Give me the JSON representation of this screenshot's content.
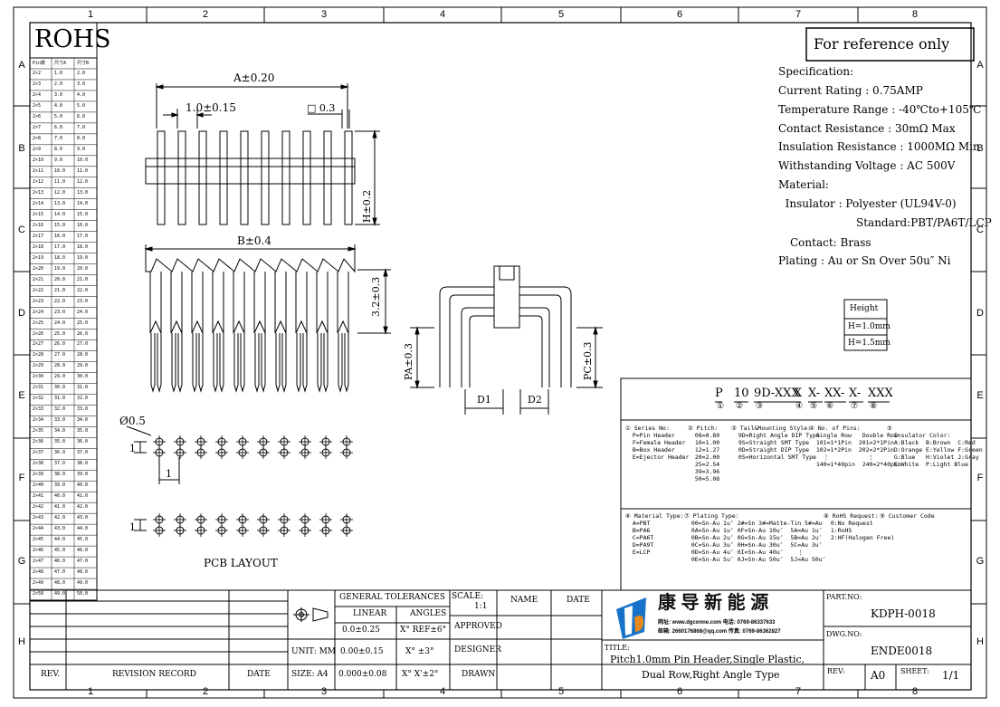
{
  "rohs_label": "ROHS",
  "zones": {
    "top": [
      "1",
      "2",
      "3",
      "4",
      "5",
      "6",
      "7",
      "8"
    ],
    "side": [
      "A",
      "B",
      "C",
      "D",
      "E",
      "F",
      "G",
      "H"
    ]
  },
  "pin_table": {
    "headers": [
      "Pin数",
      "尺寸A",
      "尺寸B"
    ],
    "rows": [
      [
        "2×2",
        "1.0",
        "2.0"
      ],
      [
        "2×3",
        "2.0",
        "3.0"
      ],
      [
        "2×4",
        "3.0",
        "4.0"
      ],
      [
        "2×5",
        "4.0",
        "5.0"
      ],
      [
        "2×6",
        "5.0",
        "6.0"
      ],
      [
        "2×7",
        "6.0",
        "7.0"
      ],
      [
        "2×8",
        "7.0",
        "8.0"
      ],
      [
        "2×9",
        "8.0",
        "9.0"
      ],
      [
        "2×10",
        "9.0",
        "10.0"
      ],
      [
        "2×11",
        "10.0",
        "11.0"
      ],
      [
        "2×12",
        "11.0",
        "12.0"
      ],
      [
        "2×13",
        "12.0",
        "13.0"
      ],
      [
        "2×14",
        "13.0",
        "14.0"
      ],
      [
        "2×15",
        "14.0",
        "15.0"
      ],
      [
        "2×16",
        "15.0",
        "16.0"
      ],
      [
        "2×17",
        "16.0",
        "17.0"
      ],
      [
        "2×18",
        "17.0",
        "18.0"
      ],
      [
        "2×19",
        "18.0",
        "19.0"
      ],
      [
        "2×20",
        "19.0",
        "20.0"
      ],
      [
        "2×21",
        "20.0",
        "21.0"
      ],
      [
        "2×22",
        "21.0",
        "22.0"
      ],
      [
        "2×23",
        "22.0",
        "23.0"
      ],
      [
        "2×24",
        "23.0",
        "24.0"
      ],
      [
        "2×25",
        "24.0",
        "25.0"
      ],
      [
        "2×26",
        "25.0",
        "26.0"
      ],
      [
        "2×27",
        "26.0",
        "27.0"
      ],
      [
        "2×28",
        "27.0",
        "28.0"
      ],
      [
        "2×29",
        "28.0",
        "29.0"
      ],
      [
        "2×30",
        "29.0",
        "30.0"
      ],
      [
        "2×31",
        "30.0",
        "31.0"
      ],
      [
        "2×32",
        "31.0",
        "32.0"
      ],
      [
        "2×33",
        "32.0",
        "33.0"
      ],
      [
        "2×34",
        "33.0",
        "34.0"
      ],
      [
        "2×35",
        "34.0",
        "35.0"
      ],
      [
        "2×36",
        "35.0",
        "36.0"
      ],
      [
        "2×37",
        "36.0",
        "37.0"
      ],
      [
        "2×38",
        "37.0",
        "38.0"
      ],
      [
        "2×39",
        "38.0",
        "39.0"
      ],
      [
        "2×40",
        "39.0",
        "40.0"
      ],
      [
        "2×41",
        "40.0",
        "41.0"
      ],
      [
        "2×42",
        "41.0",
        "42.0"
      ],
      [
        "2×43",
        "42.0",
        "43.0"
      ],
      [
        "2×44",
        "43.0",
        "44.0"
      ],
      [
        "2×45",
        "44.0",
        "45.0"
      ],
      [
        "2×46",
        "45.0",
        "46.0"
      ],
      [
        "2×47",
        "46.0",
        "47.0"
      ],
      [
        "2×48",
        "47.0",
        "48.0"
      ],
      [
        "2×49",
        "48.0",
        "49.0"
      ],
      [
        "2×50",
        "49.0",
        "50.0"
      ]
    ]
  },
  "dims": {
    "a": "A±0.20",
    "pitch": "1.0±0.15",
    "sq": "□ 0.3",
    "h": "H±0.2",
    "b": "B±0.4",
    "d32": "3.2±0.3",
    "pa": "PA±0.3",
    "pc": "PC±0.3",
    "d1": "D1",
    "d2": "D2",
    "phi": "Ø0.5",
    "one_v": "1",
    "one_h": "1",
    "one_g": "1",
    "pcb": "PCB LAYOUT"
  },
  "reference": "For reference only",
  "spec": [
    "Specification:",
    "Current Rating : 0.75AMP",
    "Temperature Range : -40℃to+105℃",
    "Contact Resistance : 30mΩ Max",
    "Insulation Resistance : 1000MΩ Min",
    "Withstanding Voltage : AC 500V",
    "Material:",
    "  Insulator : Polyester (UL94V-0)",
    "Standard:PBT/PA6T/LCP",
    "Contact: Brass",
    "Plating : Au or Sn Over 50u″ Ni"
  ],
  "height_table": {
    "title": "Height",
    "rows": [
      "H=1.0mm",
      "H=1.5mm"
    ]
  },
  "part_code": {
    "segments": [
      "P",
      "10",
      "9D-XXX",
      "X",
      "X-",
      "XX-",
      "X-",
      "XXX"
    ],
    "numbers": [
      "①",
      "②",
      "③",
      "④",
      "⑤",
      "⑥",
      "⑦",
      "⑧"
    ]
  },
  "code_notes": {
    "series": "① Series No:\n  P=Pin Header\n  F=Female Header\n  B=Box Header\n  E=Ejector Header",
    "pitch": "② Pitch:\n  08=0.80\n  10=1.00\n  12=1.27\n  20=2.00\n  25=2.54\n  39=3.96\n  50=5.08",
    "tail": "③ Tail&Mounting Style:\n  9D=Right Angle DIP Type\n  9S=Straight SMT Type\n  0D=Straight DIP Type\n  0S=Horizontal SMT Type",
    "pins": "④ No. of Pins:\n  Single Row   Double Row\n  101=1*1Pin  201=2*1Pin\n  102=1*2Pin  202=2*2Pin\n    ⋮           ⋮\n  140=1*40pin  240=2*40pin",
    "color": "⑤\n  Insulator Color:\n  A:Black  B:Brown  C:Red\n  D:Orange E:Yellow F:Green\n  G:Blue   H:Violet J:Gray\n  K:White  P:Light Blue",
    "material": "⑥ Material Type:\n  A=PBT\n  B=PA6\n  C=PA6T\n  D=PA9T\n  E=LCP",
    "plating": "⑦ Plating Type:\n  00=Sn-Au 1u″ 2#=Sn 3#=Matte-Tin 5#=Au\n  0A=Sn-Au 1u″ 0F=Sn-Au 10u″  5A=Au 1u″\n  0B=Sn-Au 2u″ 0G=Sn-Au 15u″  5B=Au 2u″\n  0C=Sn-Au 3u″ 0H=Sn-Au 30u″  5C=Au 3u″\n  0D=Sn-Au 4u″ 0I=Sn-Au 40u″    ⋮\n  0E=Sn-Au 5u″ 0J=Sn-Au 50u″  5J=Au 50u″",
    "rohs": "⑧ RoHS Request:\n  0:No Request\n  1:RoHS\n  2:HF(Halogen Free)",
    "customer": "⑨ Customer Code"
  },
  "title_block": {
    "general_tol": "GENERAL TOLERANCES",
    "linear": "LINEAR",
    "angles": "ANGLES",
    "lin_rows": [
      "0.0±0.25",
      "0.00±0.15",
      "0.000±0.08"
    ],
    "ang_rows": [
      "X° REF±6°",
      "X° ±3°",
      "X° X'±2°"
    ],
    "scale_label": "SCALE:",
    "scale_value": "1:1",
    "approved": "APPROVED",
    "designer": "DESIGNER",
    "drawn": "DRAWN",
    "name": "NAME",
    "date_col": "DATE",
    "unit": "UNIT: MM",
    "size": "SIZE: A4",
    "rev_label": "REV.",
    "revision_record": "REVISION RECORD",
    "date_label": "DATE",
    "company_name": "康 导 新 能 源",
    "company_web": "网址: www.dgconne.com  电话: 0769-86337633",
    "company_mail": "邮箱: 2660176868@qq.com  传真: 0769-86362827",
    "title_label": "TITLE:",
    "title_line1": "Pitch1.0mm Pin Header,Single Plastic,",
    "title_line2": "Dual Row,Right Angle Type",
    "part_no_label": "PART.NO:",
    "part_no": "KDPH-0018",
    "dwg_no_label": "DWG.NO:",
    "dwg_no": "ENDE0018",
    "rev_title": "REV:",
    "rev_value": "A0",
    "sheet_label": "SHEET:",
    "sheet_value": "1/1"
  },
  "colors": {
    "logo_blue": "#1673c9",
    "logo_orange": "#e8891c"
  }
}
